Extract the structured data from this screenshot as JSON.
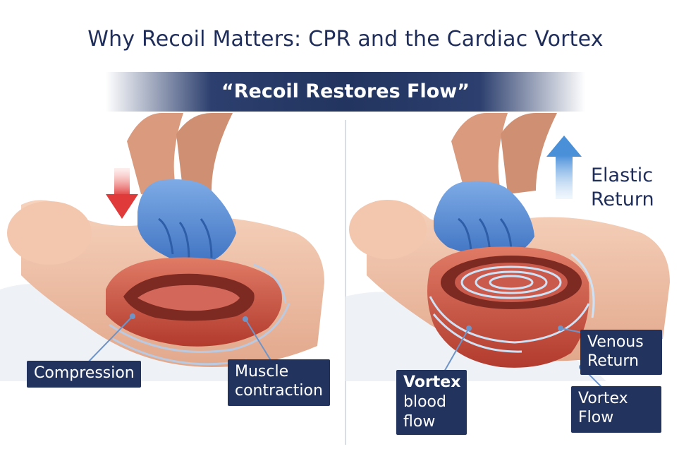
{
  "title": "Why Recoil Matters: CPR and the Cardiac Vortex",
  "banner": "“Recoil Restores Flow”",
  "left_panel": {
    "labels": {
      "compression": "Compression",
      "muscle_line1": "Muscle",
      "muscle_line2": "contraction"
    }
  },
  "right_panel": {
    "side_label_line1": "Elastic",
    "side_label_line2": "Return",
    "labels": {
      "vortex_blood_line1": "Vortex",
      "vortex_blood_line2": "blood",
      "vortex_blood_line3": "flow",
      "venous_line1": "Venous",
      "venous_line2": "Return",
      "vortex_flow_line1": "Vortex",
      "vortex_flow_line2": "Flow"
    }
  },
  "colors": {
    "navy": "#22335e",
    "arrow_down": "#e03a3a",
    "arrow_up": "#4a90d9",
    "glove": "#5b8fd6",
    "skin": "#f0c5ab",
    "heart": "#c94a3c"
  }
}
